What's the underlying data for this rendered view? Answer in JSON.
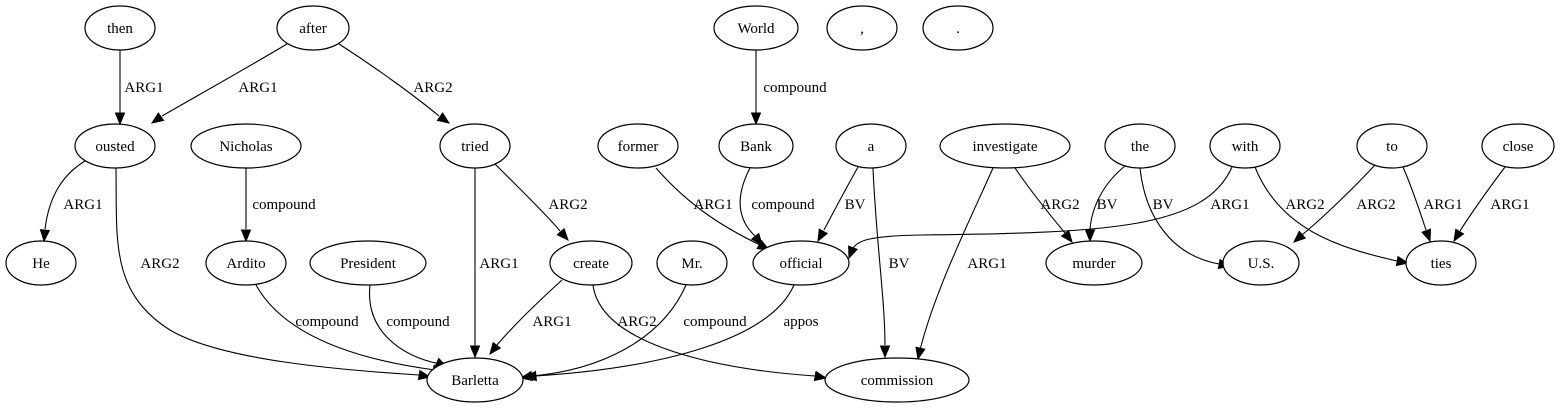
{
  "nodes": {
    "then": "then",
    "after": "after",
    "world": "World",
    "comma": ",",
    "period": ".",
    "ousted": "ousted",
    "nicholas": "Nicholas",
    "tried": "tried",
    "former": "former",
    "bank": "Bank",
    "a": "a",
    "investigate": "investigate",
    "the": "the",
    "with": "with",
    "to": "to",
    "close": "close",
    "he": "He",
    "ardito": "Ardito",
    "president": "President",
    "create": "create",
    "mr": "Mr.",
    "official": "official",
    "murder": "murder",
    "us": "U.S.",
    "ties": "ties",
    "barletta": "Barletta",
    "commission": "commission"
  },
  "edges": [
    {
      "from": "then",
      "to": "ousted",
      "label": "ARG1"
    },
    {
      "from": "after",
      "to": "ousted",
      "label": "ARG1"
    },
    {
      "from": "after",
      "to": "tried",
      "label": "ARG2"
    },
    {
      "from": "world",
      "to": "bank",
      "label": "compound"
    },
    {
      "from": "ousted",
      "to": "he",
      "label": "ARG1"
    },
    {
      "from": "ousted",
      "to": "barletta",
      "label": "ARG2"
    },
    {
      "from": "nicholas",
      "to": "ardito",
      "label": "compound"
    },
    {
      "from": "tried",
      "to": "barletta",
      "label": "ARG1"
    },
    {
      "from": "tried",
      "to": "create",
      "label": "ARG2"
    },
    {
      "from": "former",
      "to": "official",
      "label": "ARG1"
    },
    {
      "from": "bank",
      "to": "official",
      "label": "compound"
    },
    {
      "from": "a",
      "to": "official",
      "label": "BV"
    },
    {
      "from": "a",
      "to": "commission",
      "label": "BV"
    },
    {
      "from": "investigate",
      "to": "commission",
      "label": "ARG1"
    },
    {
      "from": "investigate",
      "to": "murder",
      "label": "ARG2"
    },
    {
      "from": "the",
      "to": "murder",
      "label": "BV"
    },
    {
      "from": "the",
      "to": "us",
      "label": "BV"
    },
    {
      "from": "with",
      "to": "official",
      "label": "ARG1"
    },
    {
      "from": "with",
      "to": "ties",
      "label": "ARG2"
    },
    {
      "from": "to",
      "to": "us",
      "label": "ARG2"
    },
    {
      "from": "to",
      "to": "ties",
      "label": "ARG1"
    },
    {
      "from": "close",
      "to": "ties",
      "label": "ARG1"
    },
    {
      "from": "ardito",
      "to": "barletta",
      "label": "compound"
    },
    {
      "from": "president",
      "to": "barletta",
      "label": "compound"
    },
    {
      "from": "create",
      "to": "barletta",
      "label": "ARG1"
    },
    {
      "from": "create",
      "to": "commission",
      "label": "ARG2"
    },
    {
      "from": "mr",
      "to": "barletta",
      "label": "compound"
    },
    {
      "from": "official",
      "to": "barletta",
      "label": "appos"
    }
  ]
}
